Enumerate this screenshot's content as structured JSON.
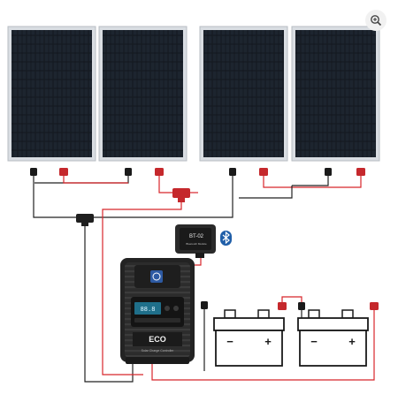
{
  "icons": {
    "zoom": "zoom-in-icon",
    "bluetooth": "bluetooth-icon"
  },
  "bt_module": {
    "model": "BT-02",
    "subtitle": "Bluetooth Module"
  },
  "controller": {
    "brand": "ECO",
    "subtitle": "Solar Charge Controller"
  },
  "battery_left": {
    "minus": "−",
    "plus": "+"
  },
  "battery_right": {
    "minus": "−",
    "plus": "+"
  },
  "colors": {
    "panel_frame": "#d9dde2",
    "cell": "#141a21",
    "red_wire": "#d8262b",
    "black_wire": "#222222",
    "controller_body": "#2a2a2a",
    "bluetooth": "#1f5ea8"
  }
}
